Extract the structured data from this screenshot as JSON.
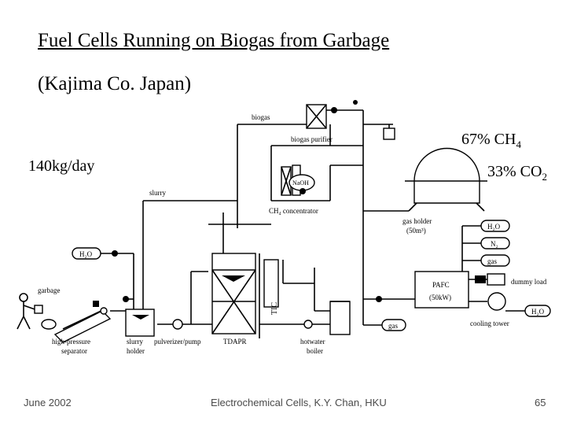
{
  "title": "Fuel Cells Running on Biogas from Garbage",
  "subtitle": "(Kajima Co. Japan)",
  "feed_rate": "140kg/day",
  "composition": {
    "ch4_percent": "67% CH",
    "ch4_sub": "4",
    "co2_percent": "33% CO",
    "co2_sub": "2"
  },
  "diagram": {
    "biogas": "biogas",
    "biogas_purifier": "biogas purifier",
    "slurry": "slurry",
    "naoh": "NaOH",
    "ch4_concentrator": "CH₄ concentrator",
    "gas_holder": "gas holder",
    "gas_holder_volume": "(50m³)",
    "h2o_top": "H₂O",
    "n2": "N₂",
    "gas_top": "gas",
    "h2o_left": "H₂O",
    "pafc": "PAFC",
    "pafc_power": "(50kW)",
    "dummy_load": "dummy load",
    "h2o_right": "H₂O",
    "cooling_tower": "cooling tower",
    "gas_bottom": "gas",
    "tic": "TIC",
    "garbage": "garbage",
    "high_pressure_separator_1": "high-pressure",
    "high_pressure_separator_2": "separator",
    "slurry_holder_1": "slurry",
    "slurry_holder_2": "holder",
    "pulverizer_pump": "pulverizer/pump",
    "tdapr": "TDAPR",
    "hotwater_boiler_1": "hotwater",
    "hotwater_boiler_2": "boiler"
  },
  "footer": {
    "date": "June 2002",
    "course": "Electrochemical Cells,  K.Y. Chan,  HKU",
    "page": "65"
  }
}
